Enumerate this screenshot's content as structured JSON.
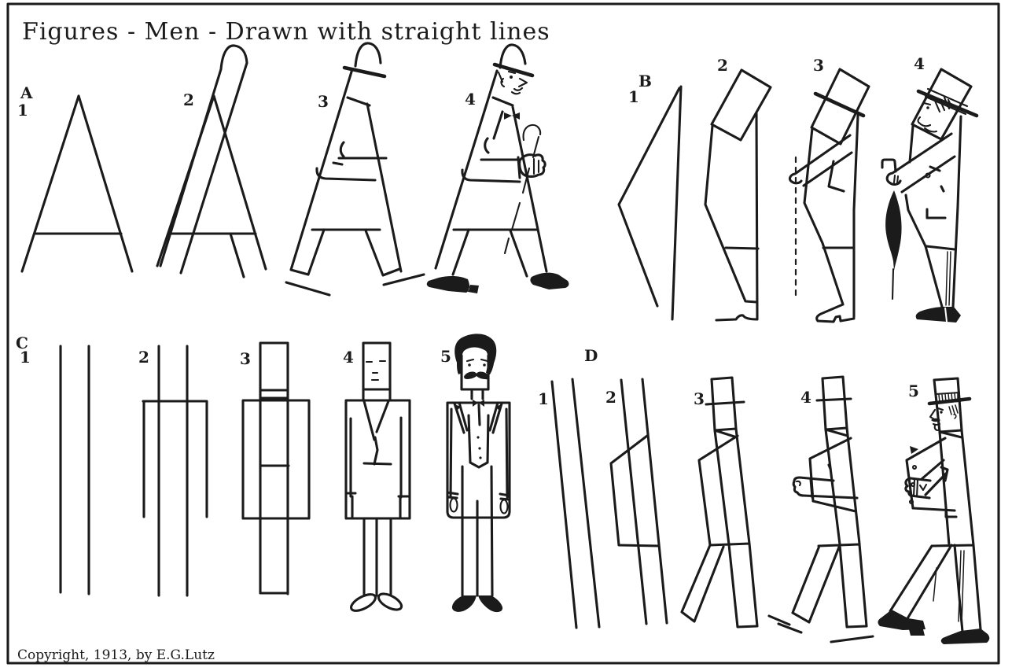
{
  "title": "Figures - Men -  Drawn with straight lines",
  "copyright": "Copyright, 1913, by E.G.Lutz",
  "colors": {
    "ink": "#1b1b1b",
    "paper": "#ffffff"
  },
  "sections": [
    {
      "id": "A",
      "label": "A",
      "steps": [
        "1",
        "2",
        "3",
        "4"
      ]
    },
    {
      "id": "B",
      "label": "B",
      "steps": [
        "1",
        "2",
        "3",
        "4"
      ]
    },
    {
      "id": "C",
      "label": "C",
      "steps": [
        "1",
        "2",
        "3",
        "4",
        "5"
      ]
    },
    {
      "id": "D",
      "label": "D",
      "steps": [
        "1",
        "2",
        "3",
        "4",
        "5"
      ]
    }
  ]
}
